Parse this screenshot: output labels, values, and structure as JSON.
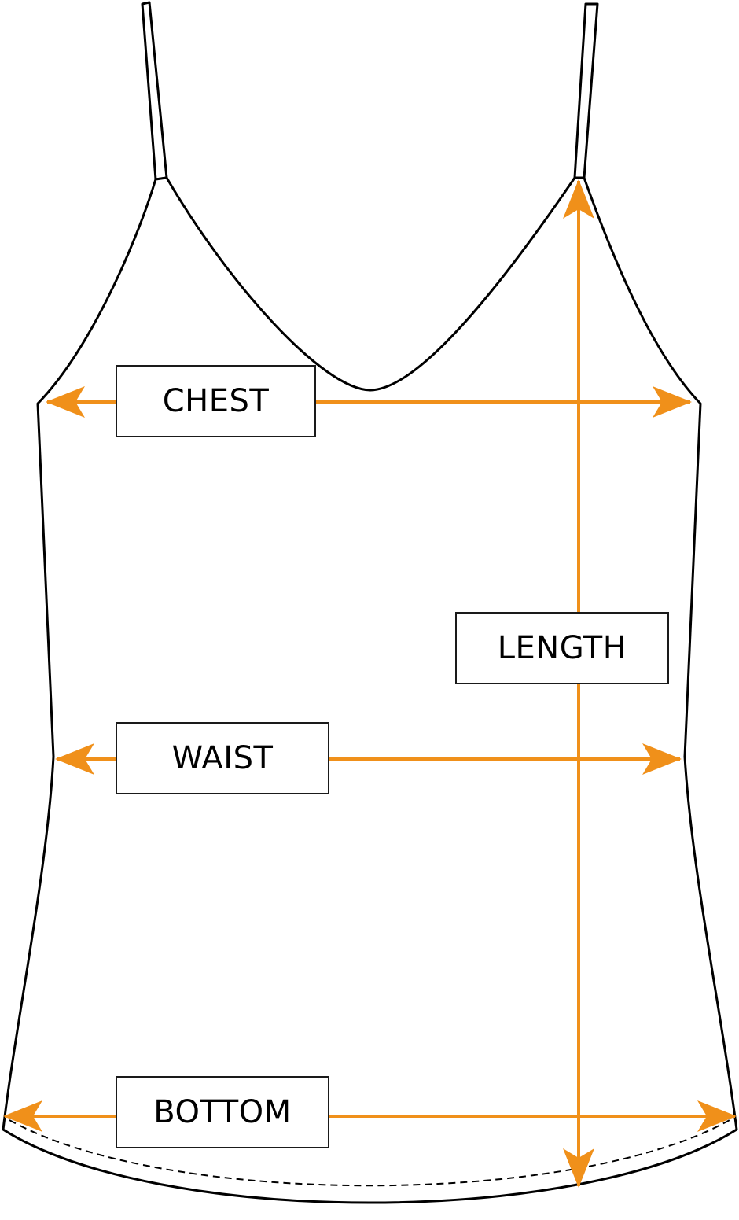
{
  "colors": {
    "outline": "#000000",
    "arrow": "#f0901a",
    "background": "#ffffff"
  },
  "labels": {
    "chest": "CHEST",
    "waist": "WAIST",
    "length": "LENGTH",
    "bottom": "BOTTOM"
  }
}
